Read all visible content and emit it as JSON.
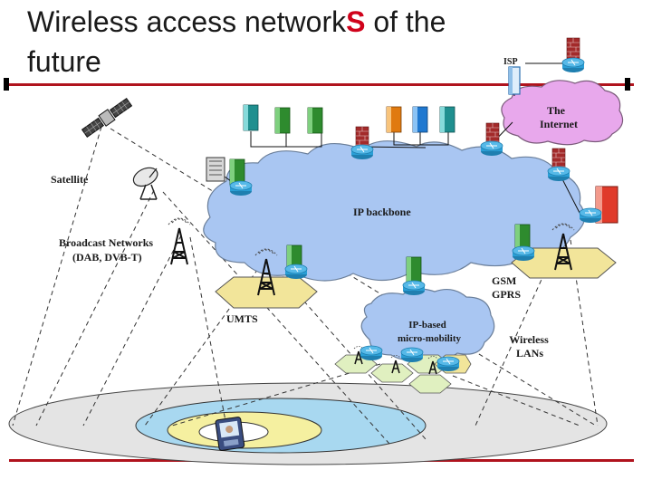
{
  "slide": {
    "title_before": "Wireless access network",
    "title_accent": "S",
    "title_after": " of the",
    "title_line2": "future"
  },
  "labels": {
    "isp": "ISP",
    "internet_line1": "The",
    "internet_line2": "Internet",
    "satellite": "Satellite",
    "ip_backbone": "IP backbone",
    "broadcast_line1": "Broadcast Networks",
    "broadcast_line2": "(DAB, DVB-T)",
    "umts": "UMTS",
    "gsm_line1": "GSM",
    "gsm_line2": "GPRS",
    "micro_line1": "IP-based",
    "micro_line2": "micro-mobility",
    "wlan_line1": "Wireless",
    "wlan_line2": "LANs"
  },
  "colors": {
    "accent": "#d0021b",
    "rule": "#b0131d",
    "backbone_cloud": "#a9c6f2",
    "internet_cloud": "#e8a8ec",
    "micro_cloud": "#a9c6f2",
    "hex_cell": "#f2e59a",
    "coverage_outer": "#e4e4e4",
    "coverage_mid": "#a8d8f0",
    "coverage_inner": "#f5f0a0",
    "router": "#2a9fd6",
    "tower": "#b0b0b0"
  },
  "icons": [
    "satellite-icon",
    "dish-icon",
    "tower-icon",
    "router-icon",
    "server-icon",
    "firewall-icon",
    "mobile-device-icon"
  ]
}
